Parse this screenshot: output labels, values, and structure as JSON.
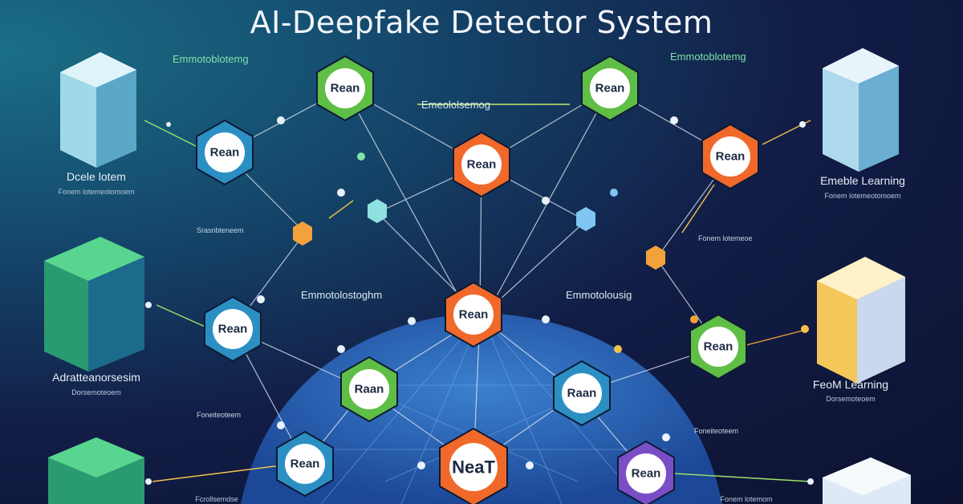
{
  "title": "AI-Deepfake Detector System",
  "colors": {
    "green": "#5fbe45",
    "blue": "#2c8fc4",
    "orange": "#f0692a",
    "teal": "#27a7c9",
    "purple": "#7a4fc6",
    "hub_blue": "#2e6fc0"
  },
  "nodes": [
    {
      "id": "n1",
      "label": "Rean",
      "color": "green"
    },
    {
      "id": "n2",
      "label": "Rean",
      "color": "green"
    },
    {
      "id": "n3",
      "label": "Rean",
      "color": "blue"
    },
    {
      "id": "n4",
      "label": "Rean",
      "color": "orange"
    },
    {
      "id": "n5",
      "label": "Rean",
      "color": "orange"
    },
    {
      "id": "n6",
      "label": "Rean",
      "color": "blue"
    },
    {
      "id": "n7",
      "label": "Rean",
      "color": "orange"
    },
    {
      "id": "n8",
      "label": "Rean",
      "color": "green"
    },
    {
      "id": "n9",
      "label": "Raan",
      "color": "green"
    },
    {
      "id": "n10",
      "label": "Raan",
      "color": "blue"
    },
    {
      "id": "n11",
      "label": "Rean",
      "color": "blue"
    },
    {
      "id": "n12",
      "label": "NeaT",
      "color": "orange"
    },
    {
      "id": "n13",
      "label": "Rean",
      "color": "purple"
    }
  ],
  "annotations": {
    "top_left": "Emmotoblotemg",
    "top_right": "Emmotoblotemg",
    "mid_top": "Emeololsemog",
    "mid_left": "Emmotolostoghm",
    "mid_right": "Emmotolousig"
  },
  "side_panels": {
    "left_top": {
      "label": "Dcele lotem",
      "sub": "Fonem lotemeotomoem"
    },
    "left_mid": {
      "label": "Adratteanorsesim",
      "sub": "Dorsemoteoem"
    },
    "left_bottom": {
      "label": "Fcrollsemdse",
      "sub": ""
    },
    "right_top": {
      "label": "Emeble Learning",
      "sub": "Fonem lotemeotomoem"
    },
    "right_mid": {
      "label": "FeoM Learning",
      "sub": "Dorsemoteoem"
    },
    "right_bottom": {
      "label": "",
      "sub": "Fonem lotemom"
    }
  },
  "small_notes": {
    "n_left_top": "Srasnbteneem",
    "n_right_top": "Fonem lotemeoe",
    "n_left_mid": "Foneiteoteem",
    "n_right_mid": "Foneiteoteem"
  }
}
